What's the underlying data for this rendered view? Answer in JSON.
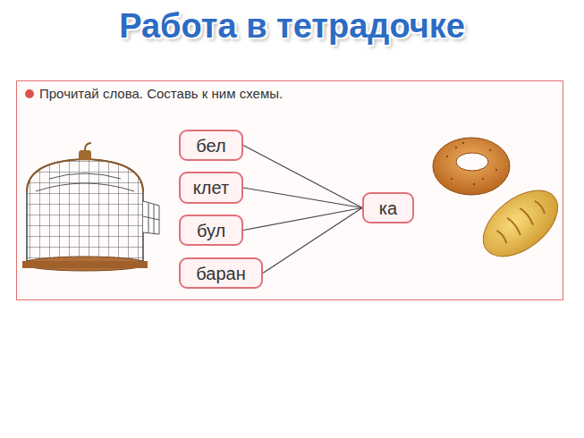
{
  "diagram": {
    "title": "Работа в тетрадочке",
    "nodes": [
      {
        "text": [
          "бел"
        ]
      },
      {
        "text": [
          "клет"
        ]
      },
      {
        "text": [
          "бул"
        ]
      },
      {
        "text": [
          "баран"
        ]
      },
      {
        "text": [
          "ка"
        ]
      }
    ],
    "edges": [
      {
        "from": 0,
        "to": 4,
        "arrow": "none"
      },
      {
        "from": 1,
        "to": 4,
        "arrow": "none"
      },
      {
        "from": 2,
        "to": 4,
        "arrow": "none"
      },
      {
        "from": 3,
        "to": 4,
        "arrow": "none"
      }
    ],
    "labels": [
      "Прочитай слова. Составь к ним схемы."
    ]
  }
}
